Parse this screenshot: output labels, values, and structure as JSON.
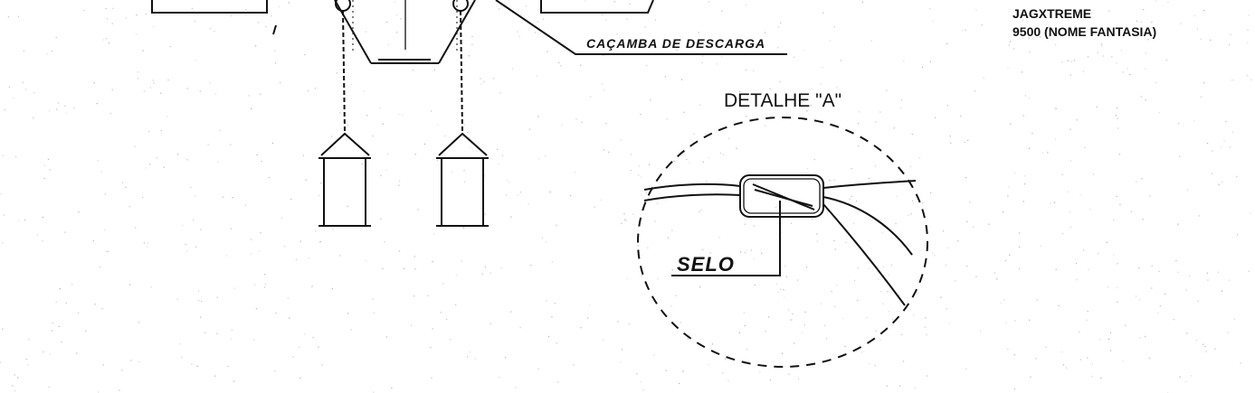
{
  "labels": {
    "cacamba": "CAÇAMBA DE DESCARGA",
    "detalhe": "DETALHE \"A\"",
    "selo": "SELO",
    "product_line1": "JAGXTREME",
    "product_line2": "9500 (NOME FANTASIA)"
  },
  "colors": {
    "ink": "#111111",
    "paper": "#ffffff"
  }
}
